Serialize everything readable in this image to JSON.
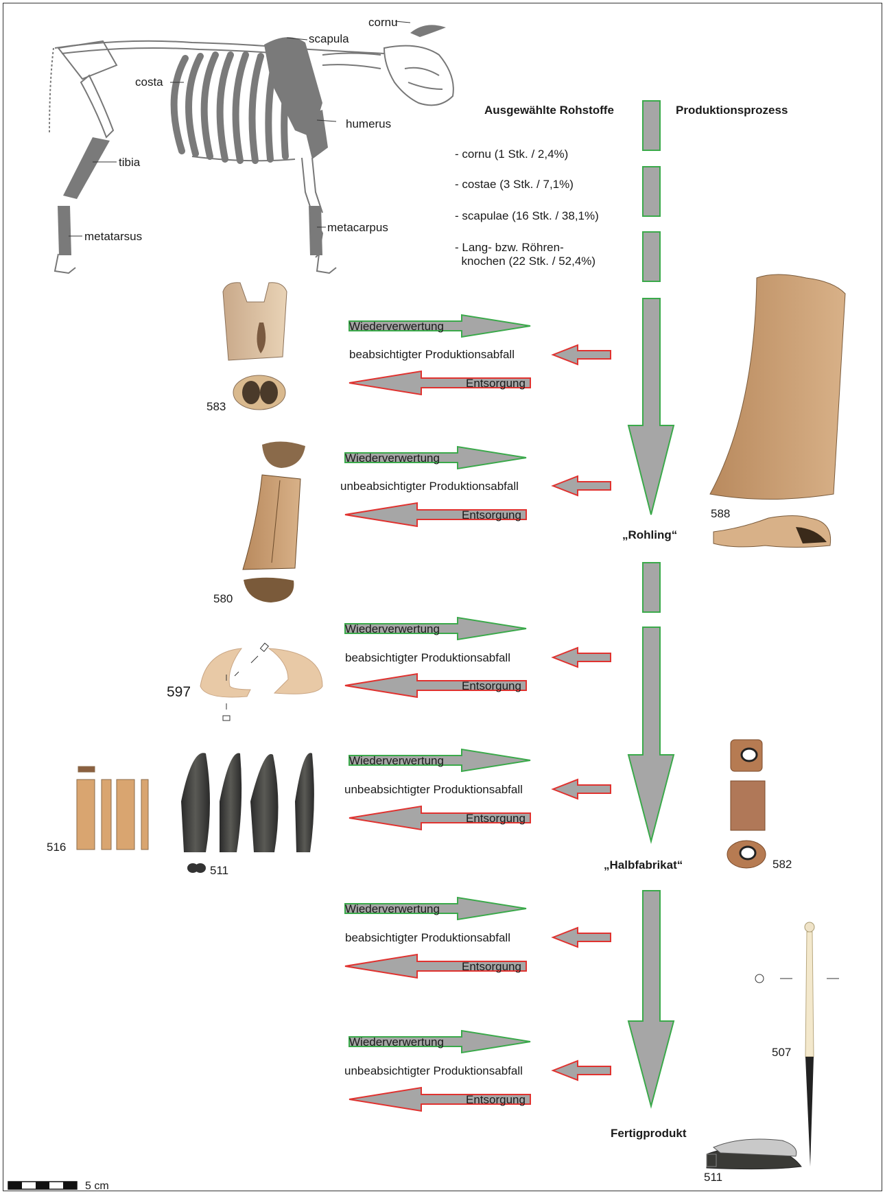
{
  "anatomy": {
    "cornu": "cornu",
    "scapula": "scapula",
    "costa": "costa",
    "humerus": "humerus",
    "tibia": "tibia",
    "metatarsus": "metatarsus",
    "metacarpus": "metacarpus"
  },
  "headers": {
    "raw_materials": "Ausgewählte Rohstoffe",
    "process": "Produktionsprozess"
  },
  "raw_materials": [
    "- cornu (1 Stk. / 2,4%)",
    "- costae (3 Stk. / 7,1%)",
    "- scapulae (16 Stk. / 38,1%)",
    "- Lang- bzw. Röhren-",
    "  knochen (22 Stk. / 52,4%)"
  ],
  "stages": {
    "rohling": "„Rohling“",
    "halbfabrikat": "„Halbfabrikat“",
    "fertigprodukt": "Fertigprodukt"
  },
  "waste_blocks": [
    {
      "reuse": "Wiederverwertung",
      "waste": "beabsichtigter Produktionsabfall",
      "disposal": "Entsorgung"
    },
    {
      "reuse": "Wiederverwertung",
      "waste": "unbeabsichtigter Produktionsabfall",
      "disposal": "Entsorgung"
    },
    {
      "reuse": "Wiederverwertung",
      "waste": "beabsichtigter Produktionsabfall",
      "disposal": "Entsorgung"
    },
    {
      "reuse": "Wiederverwertung",
      "waste": "unbeabsichtigter Produktionsabfall",
      "disposal": "Entsorgung"
    },
    {
      "reuse": "Wiederverwertung",
      "waste": "beabsichtigter Produktionsabfall",
      "disposal": "Entsorgung"
    },
    {
      "reuse": "Wiederverwertung",
      "waste": "unbeabsichtigter Produktionsabfall",
      "disposal": "Entsorgung"
    }
  ],
  "specimens": {
    "s583": "583",
    "s580": "580",
    "s597": "597",
    "s516": "516",
    "s511a": "511",
    "s588": "588",
    "s582": "582",
    "s507": "507",
    "s511b": "511"
  },
  "scale": "5 cm",
  "colors": {
    "arrow_fill": "#a6a6a6",
    "green": "#3aa94a",
    "red": "#e0322f",
    "skeleton_shaded": "#7a7a7a"
  }
}
